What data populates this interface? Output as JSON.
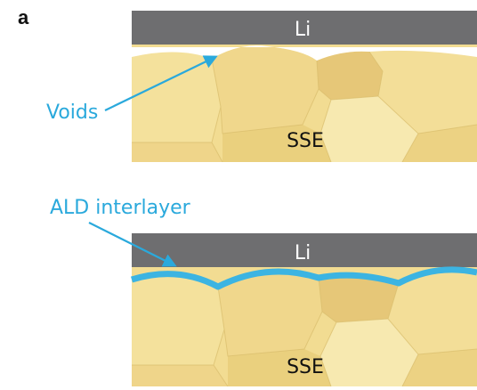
{
  "panel_letter": "a",
  "top_panel": {
    "metal_label": "Li",
    "electrolyte_label": "SSE",
    "callout_label": "Voids"
  },
  "bottom_panel": {
    "metal_label": "Li",
    "electrolyte_label": "SSE",
    "callout_label": "ALD interlayer"
  },
  "colors": {
    "lithium": "#6e6e70",
    "grain_light": "#f3df95",
    "grain_dark": "#e2c46d",
    "interlayer": "#3cb4e2",
    "callout": "#2aa9dc"
  }
}
